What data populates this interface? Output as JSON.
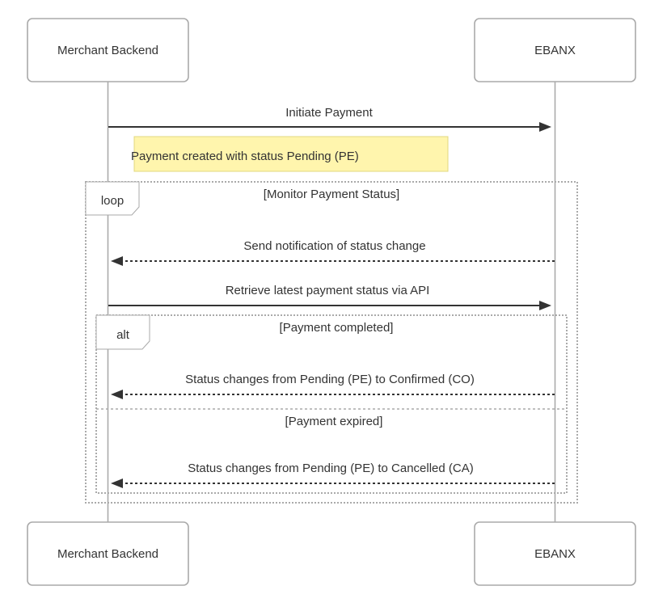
{
  "diagram": {
    "type": "sequence",
    "actors": [
      {
        "id": "merchant",
        "label": "Merchant Backend"
      },
      {
        "id": "ebanx",
        "label": "EBANX"
      }
    ],
    "messages": {
      "initiate": {
        "from": "merchant",
        "to": "ebanx",
        "style": "solid",
        "label": "Initiate Payment"
      },
      "notify": {
        "from": "ebanx",
        "to": "merchant",
        "style": "dashed",
        "label": "Send notification of status change"
      },
      "retrieve": {
        "from": "merchant",
        "to": "ebanx",
        "style": "solid",
        "label": "Retrieve latest payment status via API"
      },
      "confirmed": {
        "from": "ebanx",
        "to": "merchant",
        "style": "dashed",
        "label": "Status changes from Pending (PE) to Confirmed (CO)"
      },
      "cancelled": {
        "from": "ebanx",
        "to": "merchant",
        "style": "dashed",
        "label": "Status changes from Pending (PE) to Cancelled (CA)"
      }
    },
    "note": {
      "text": "Payment created with status Pending (PE)",
      "color": "#fff5ad"
    },
    "loop": {
      "keyword": "loop",
      "guard": "[Monitor Payment Status]"
    },
    "alt": {
      "keyword": "alt",
      "sections": [
        {
          "guard": "[Payment completed]"
        },
        {
          "guard": "[Payment expired]"
        }
      ]
    }
  }
}
